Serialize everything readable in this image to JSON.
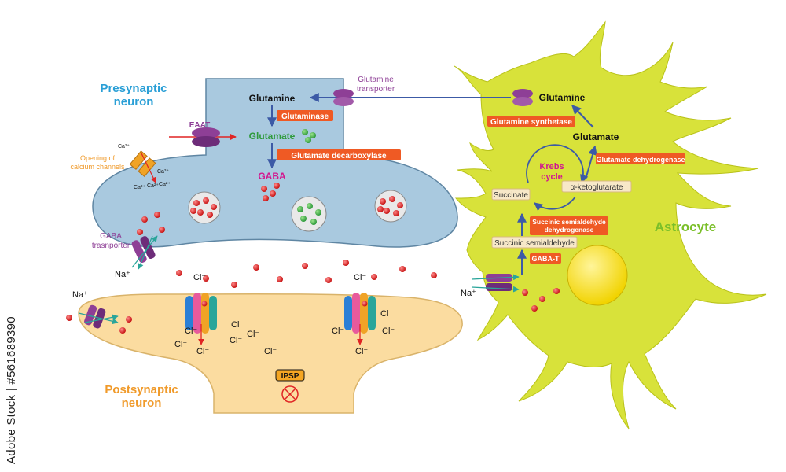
{
  "colors": {
    "presynaptic_fill": "#a9c9df",
    "postsynaptic_fill": "#fbdca0",
    "astrocyte_fill": "#d8e23a",
    "enzyme_box": "#ef5a24",
    "neurotransmitter_dot": "#e02424",
    "transporter": "#8e3f96",
    "label_blue": "#2a9fd6",
    "label_orange": "#f09a2a",
    "label_green": "#7bbf2a",
    "label_magenta": "#d1188f",
    "label_purple": "#8e3f96",
    "arrow_blue": "#3c5aa6"
  },
  "labels": {
    "presynaptic_neuron": "Presynaptic\nneuron",
    "postsynaptic_neuron": "Postsynaptic\nneuron",
    "astrocyte": "Astrocyte",
    "glutamine_transporter": "Glutamine\ntransporter",
    "eaat": "EAAT",
    "opening_calcium": "Opening of\ncalcium channels",
    "gaba_transporter": "GABA\ntrasnporter",
    "glutamine_pre": "Glutamine",
    "glutamate_pre": "Glutamate",
    "gaba": "GABA",
    "glutaminase": "Glutaminase",
    "glutamate_decarboxylase": "Glutamate decarboxylase",
    "glutamine_astro": "Glutamine",
    "glutamine_synthetase": "Glutamine synthetase",
    "glutamate_astro": "Glutamate",
    "glutamate_dehydrogenase": "Glutamate dehydrogenase",
    "krebs_cycle": "Krebs\ncycle",
    "alpha_ketoglutarate": "α-ketoglutarate",
    "succinate": "Succinate",
    "ssadh": "Succinic semialdehyde\ndehydrogenase",
    "succinic_semialdehyde": "Succinic semialdehyde",
    "gaba_t": "GABA-T",
    "ipsp": "IPSP",
    "na_plus": "Na⁺",
    "cl_minus": "Cl⁻",
    "ca_2plus": "Ca²⁺",
    "watermark_id": "Adobe Stock | #561689390"
  },
  "icons": [
    "ipsp-inhibition-icon",
    "gaba-a-receptor-icon",
    "glutamine-transporter-icon",
    "eaat-icon",
    "calcium-channel-icon",
    "gaba-transporter-icon",
    "nucleus-icon",
    "synaptic-vesicle-icon"
  ]
}
